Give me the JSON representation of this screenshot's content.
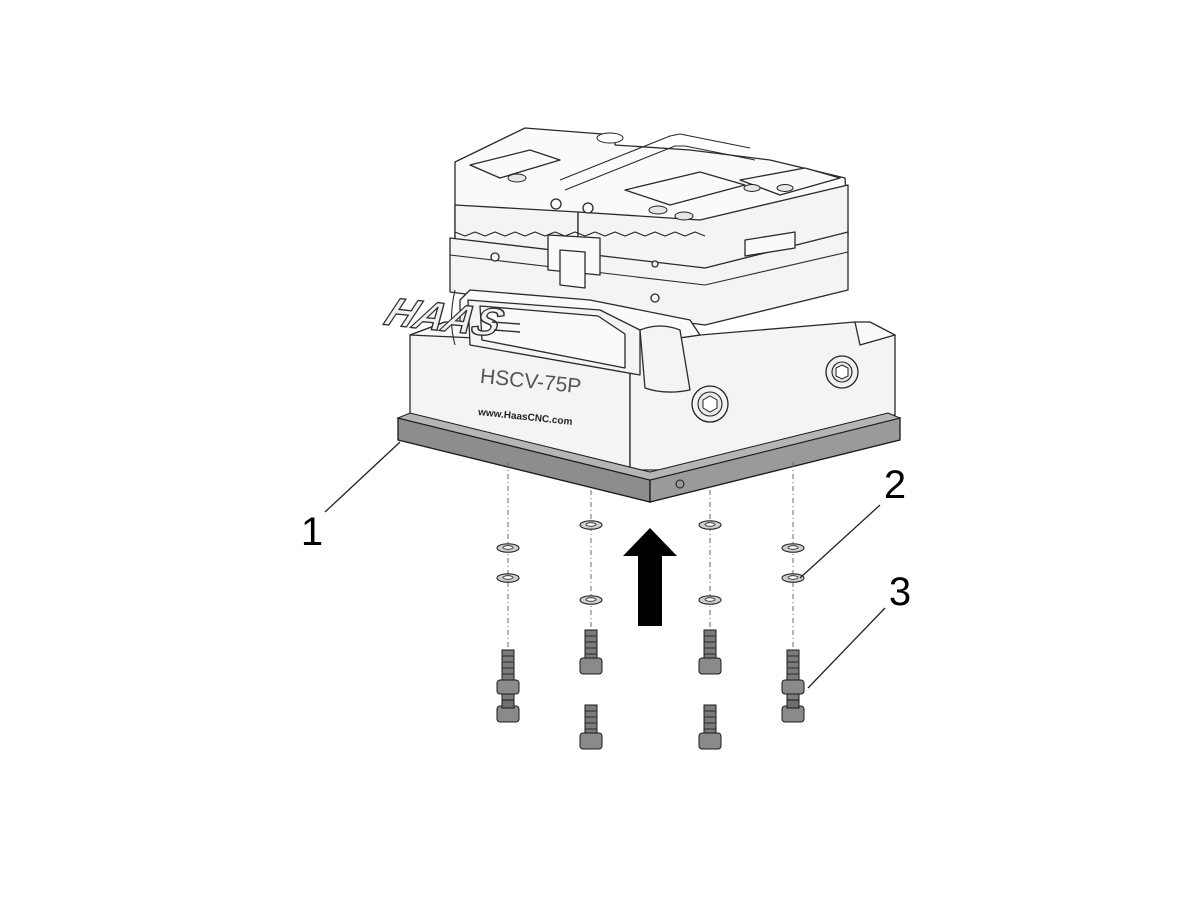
{
  "figure": {
    "brand_logo_text": "HAAS",
    "model_label": "HSCV-75P",
    "website_label": "www.HaasCNC.com",
    "colors": {
      "spacer_plate": "#8d8d8d",
      "fastener": "#7b7b7b",
      "arrow": "#000000",
      "body_fill": "#f4f4f4",
      "outline": "#2a2a2a"
    }
  },
  "callouts": [
    {
      "number": "1",
      "part": "spacer-plate"
    },
    {
      "number": "2",
      "part": "washer"
    },
    {
      "number": "3",
      "part": "socket-head-cap-screw"
    }
  ],
  "arrow": {
    "direction": "up",
    "icon": "up-arrow-icon"
  }
}
